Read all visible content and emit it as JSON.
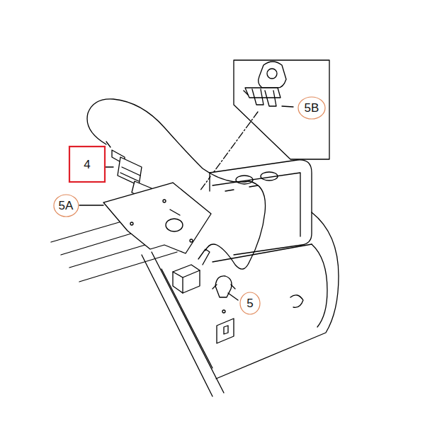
{
  "diagram": {
    "nodes": [
      {
        "text": [
          "5B"
        ]
      },
      {
        "text": [
          "4"
        ]
      },
      {
        "text": [
          "5A"
        ]
      },
      {
        "text": [
          "5"
        ]
      }
    ]
  }
}
